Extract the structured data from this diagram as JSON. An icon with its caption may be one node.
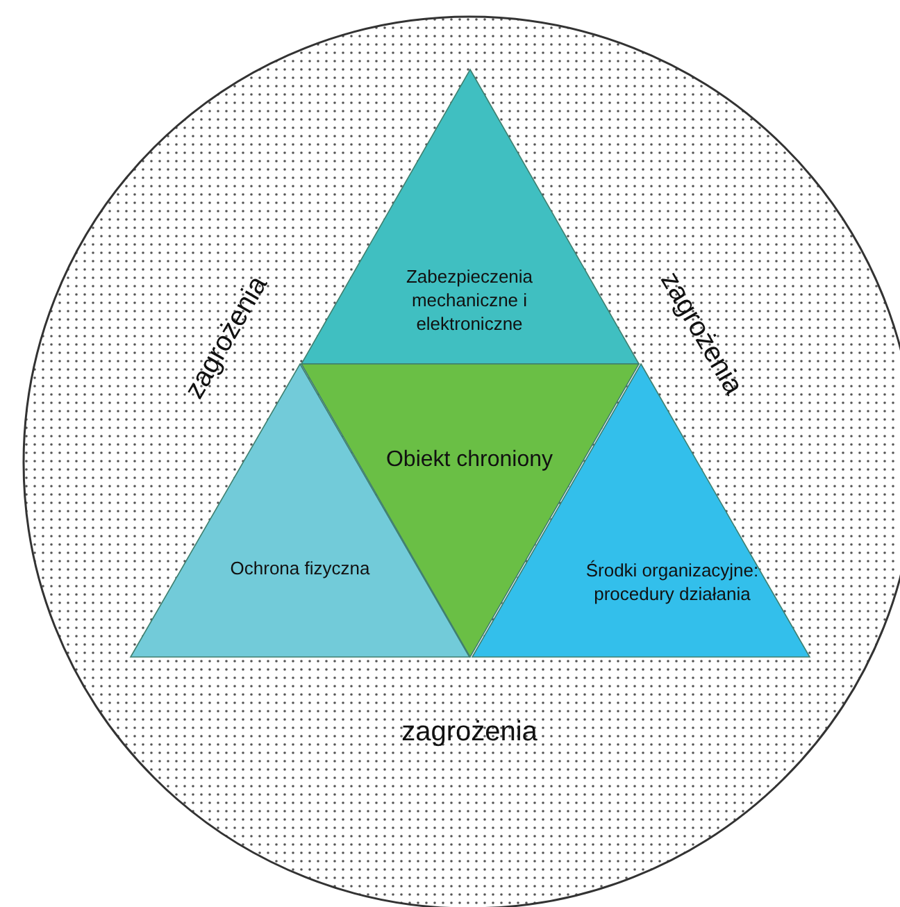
{
  "diagram": {
    "nodes": [
      {
        "text": [
          "zagrożenia",
          "zagrożenia",
          "zagrożenia"
        ]
      },
      {
        "text": [
          "Zabezpieczenia mechaniczne i elektroniczne"
        ],
        "in": 0
      },
      {
        "text": [
          "Obiekt chroniony"
        ],
        "in": 0
      },
      {
        "text": [
          "Ochrona fizyczna"
        ],
        "in": 0
      },
      {
        "text": [
          "Środki organizacyjne: procedury działania"
        ],
        "in": 0
      }
    ]
  }
}
